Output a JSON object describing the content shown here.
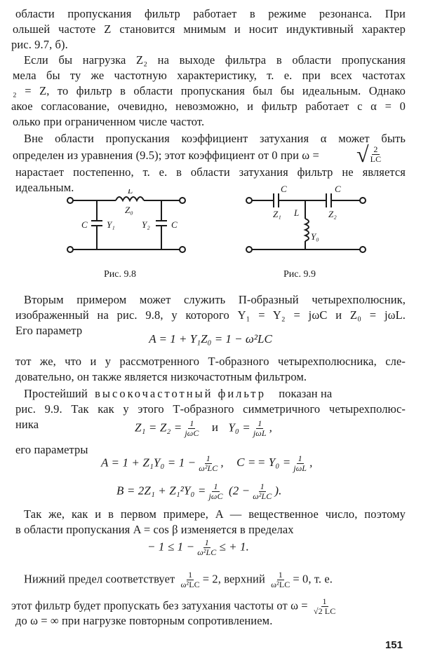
{
  "lines": {
    "l1": "области пропускания фильтр работает в режиме резонанса. При",
    "l2": "ольшей частоте Z становится мнимым и носит индуктивный характер",
    "l3": "рис. 9.7, б).",
    "l4": "Если бы нагрузка Z₂ на выходе фильтра в области пропускания",
    "l5": "мела бы ту же частотную характеристику, т. е. при всех частотах",
    "l6": "₂ = Z, то фильтр в области пропускания был бы идеальным. Однако",
    "l7": "акое согласование, очевидно, невозможно, и фильтр работает с α = 0",
    "l8": "олько при ограниченном числе частот.",
    "l9": "Вне области пропускания коэффициент затухания α может быть",
    "l10": "определен из уравнения (9.5); этот коэффициент от 0 при ω =",
    "l11": "нарастает постепенно, т. е. в области затухания фильтр не является",
    "l12": "идеальным.",
    "l13": "Вторым примером может служить П-образный четырехполюсник,",
    "l14": "изображенный на рис. 9.8, у которого Y₁ = Y₂ = jωC и Z₀ = jωL.",
    "l15": "Его параметр",
    "l16": "тот же, что и у рассмотренного Т-образного четырехполюсника, сле-",
    "l17": "довательно, он также является низкочастотным фильтром.",
    "l18a": "Простейший",
    "l18b": "высокочастотный фильтр",
    "l18c": "показан на",
    "l19": "рис. 9.9. Так как у этого Т-образного симметричного четырехполюс-",
    "l20": "ника",
    "l21": "его параметры",
    "l22": "Так же, как и в первом примере, A — вещественное число, поэтому",
    "l23": "в области пропускания A = cos β изменяется в пределах",
    "l24a": "Нижний предел соответствует",
    "l24b": "= 2, верхний",
    "l24c": "= 0, т. е.",
    "l25": "этот фильтр будет пропускать без затухания частоты от ω =",
    "l26": "до ω = ∞ при нагрузке повторным сопротивлением."
  },
  "formulas": {
    "f_A1": "A = 1 + Y₁Z₀ = 1 − ω²LC",
    "f_Z_left": "Z₁ = Z₂ =",
    "f_and": "и",
    "f_Y0": "Y₀ =",
    "f_A2_left": "A = 1 + Z₁Y₀ = 1 −",
    "f_C": "C =",
    "f_C2": "= Y₀ =",
    "f_B_left": "B = 2Z₁ + Z₁²Y₀ =",
    "f_B_mid": "(2 −",
    "f_B_end": ").",
    "f_lim_left": "− 1 ≤ 1 −",
    "f_lim_right": "≤ + 1.",
    "fr_one": "1",
    "fr_two": "2",
    "fr_jwC": "jωC",
    "fr_jwL": "jωL",
    "fr_w2LC": "ω²LC",
    "fr_LC": "LC",
    "fr_sqrt2LC": "√2 LC",
    "comma": ","
  },
  "figures": {
    "fig1_caption": "Рис. 9.8",
    "fig2_caption": "Рис. 9.9",
    "fig1_labels": {
      "L": "L",
      "Z0": "Z₀",
      "C_left": "C",
      "Y1": "Y₁",
      "Y2": "Y₂",
      "C_right": "C"
    },
    "fig2_labels": {
      "C_left": "C",
      "C_right": "C",
      "Z1": "Z₁",
      "Z2": "Z₂",
      "L": "L",
      "Y0": "Y₀"
    }
  },
  "page_number": "151"
}
